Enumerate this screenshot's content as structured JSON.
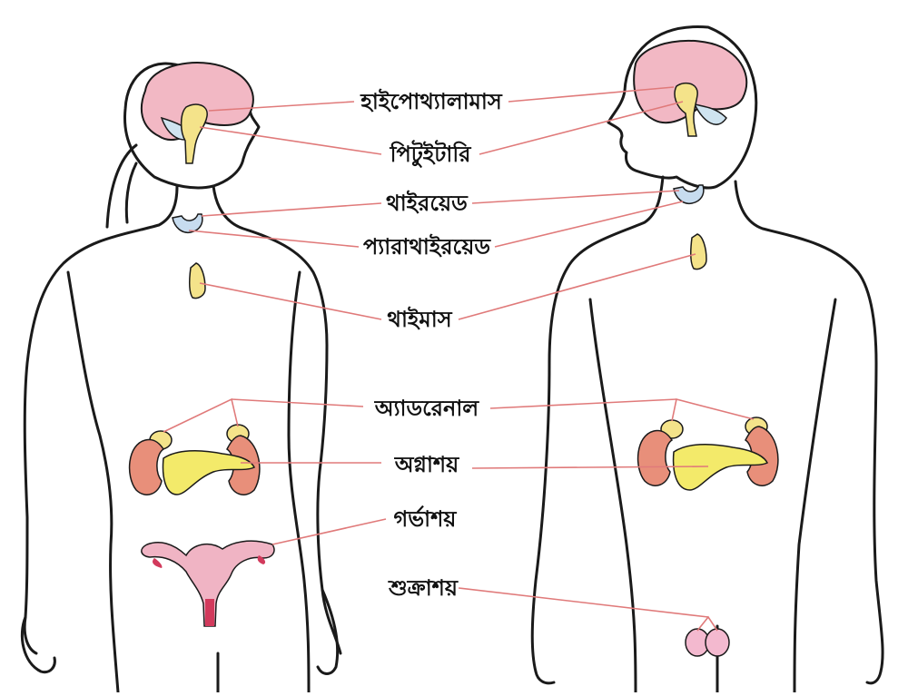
{
  "labels": {
    "hypothalamus": "হাইপোথ্যালামাস",
    "pituitary": "পিটুইটারি",
    "thyroid": "থাইরয়েড",
    "parathyroid": "প্যারাথাইরয়েড",
    "thymus": "থাইমাস",
    "adrenal": "অ্যাডরেনাল",
    "pancreas": "অগ্নাশয়",
    "uterus": "গর্ভাশয়",
    "testes": "শুক্রাশয়"
  },
  "colors": {
    "outline": "#1a1a1a",
    "leader_line": "#e07a7a",
    "brain": "#f2b8c4",
    "brain_inner": "#cfe4f0",
    "gland_yellow": "#f4e38a",
    "thyroid": "#c7dcef",
    "kidney": "#e88f7a",
    "pancreas": "#f3ea6a",
    "uterus": "#f0b4c4",
    "uterus_dark": "#d23a5c",
    "testes": "#f3b9cf"
  }
}
